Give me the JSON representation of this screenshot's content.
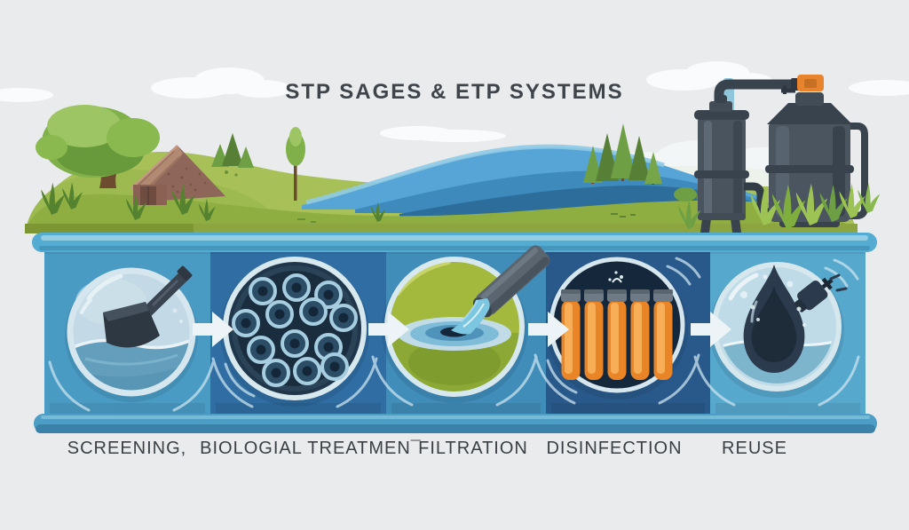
{
  "title": "STP SAGES & ETP SYSTEMS",
  "stages": [
    {
      "label": "SCREENING,",
      "icon": "screening-shovel-icon",
      "panel_color": "#4a9bc4"
    },
    {
      "label": "BIOLOGIAL TREATMEN¯",
      "icon": "biological-media-icon",
      "panel_color": "#2f6da2"
    },
    {
      "label": "FILTRATION",
      "icon": "filtration-pour-icon",
      "panel_color": "#3f8db8"
    },
    {
      "label": "DISINFECTION",
      "icon": "uv-lamp-tubes-icon",
      "panel_color": "#29598a"
    },
    {
      "label": "REUSE",
      "icon": "water-drop-tap-icon",
      "panel_color": "#57a8cd"
    }
  ],
  "colors": {
    "background": "#e9ebec",
    "tank_rim_top": "#55acd2",
    "tank_rim_bottom": "#4c9ec6",
    "arrow": "#edf4f7",
    "grass_front": "#8fae42",
    "grass_back": "#a7c158",
    "water_wave": "#57a5d6",
    "tank_gray": "#49545f",
    "valve_orange": "#e8842e",
    "uv_tube_orange": "#ee9233",
    "title_text": "#3f444a",
    "label_text": "#3b4045"
  }
}
